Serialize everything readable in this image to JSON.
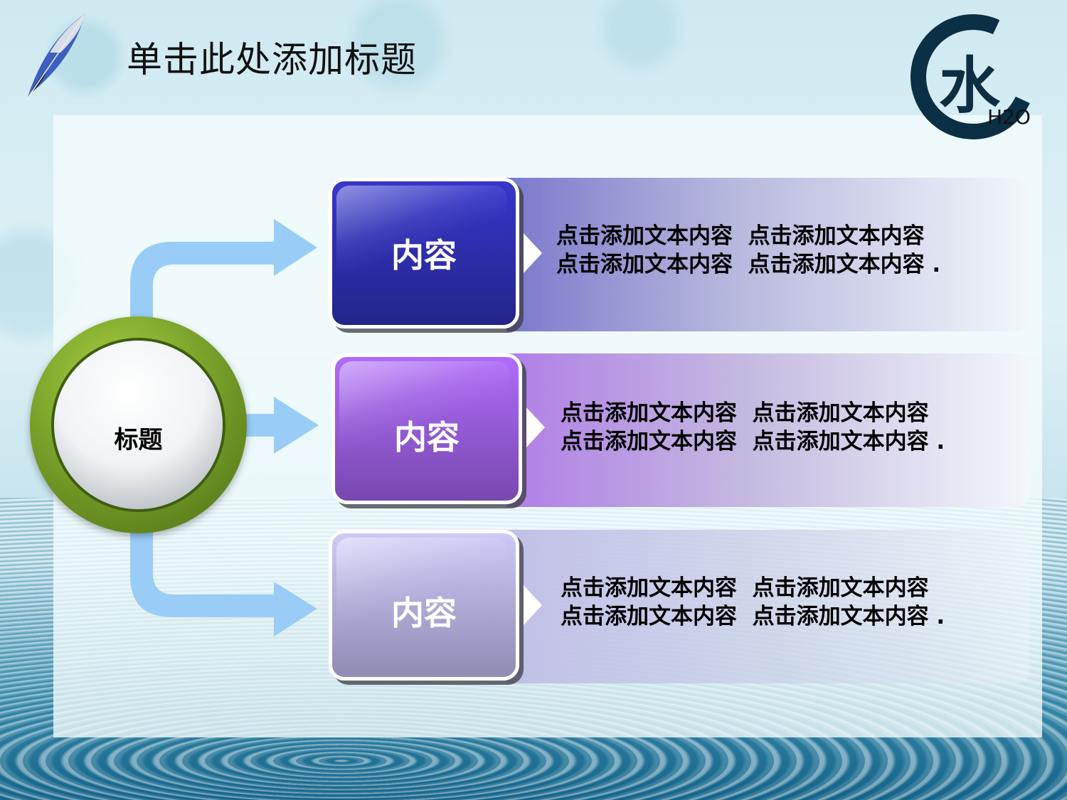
{
  "slide": {
    "title": "单击此处添加标题",
    "decorations": {
      "feather_icon": "feather-quill",
      "logo": {
        "character": "水",
        "subtitle": "H2O"
      }
    }
  },
  "diagram": {
    "hub": {
      "label": "标题",
      "ring_color": "#7aa22a"
    },
    "connector_color": "#99cdf8",
    "rows": [
      {
        "label": "内容",
        "box_gradient": [
          "#3535c8",
          "#24248a"
        ],
        "band_gradient": [
          "#7b79cc",
          "#f2f7fb"
        ],
        "lines": [
          "点击添加文本内容  点击添加文本内容",
          "点击添加文本内容  点击添加文本内容 ."
        ]
      },
      {
        "label": "内容",
        "box_gradient": [
          "#b06cf8",
          "#7848b0"
        ],
        "band_gradient": [
          "#b07ee6",
          "#f2f7fb"
        ],
        "lines": [
          "点击添加文本内容  点击添加文本内容",
          "点击添加文本内容  点击添加文本内容 ."
        ]
      },
      {
        "label": "内容",
        "box_gradient": [
          "#cccaf6",
          "#8f8db4"
        ],
        "band_gradient": [
          "#bebde6",
          "#eef4f8"
        ],
        "lines": [
          "点击添加文本内容  点击添加文本内容",
          "点击添加文本内容  点击添加文本内容 ."
        ]
      }
    ]
  }
}
